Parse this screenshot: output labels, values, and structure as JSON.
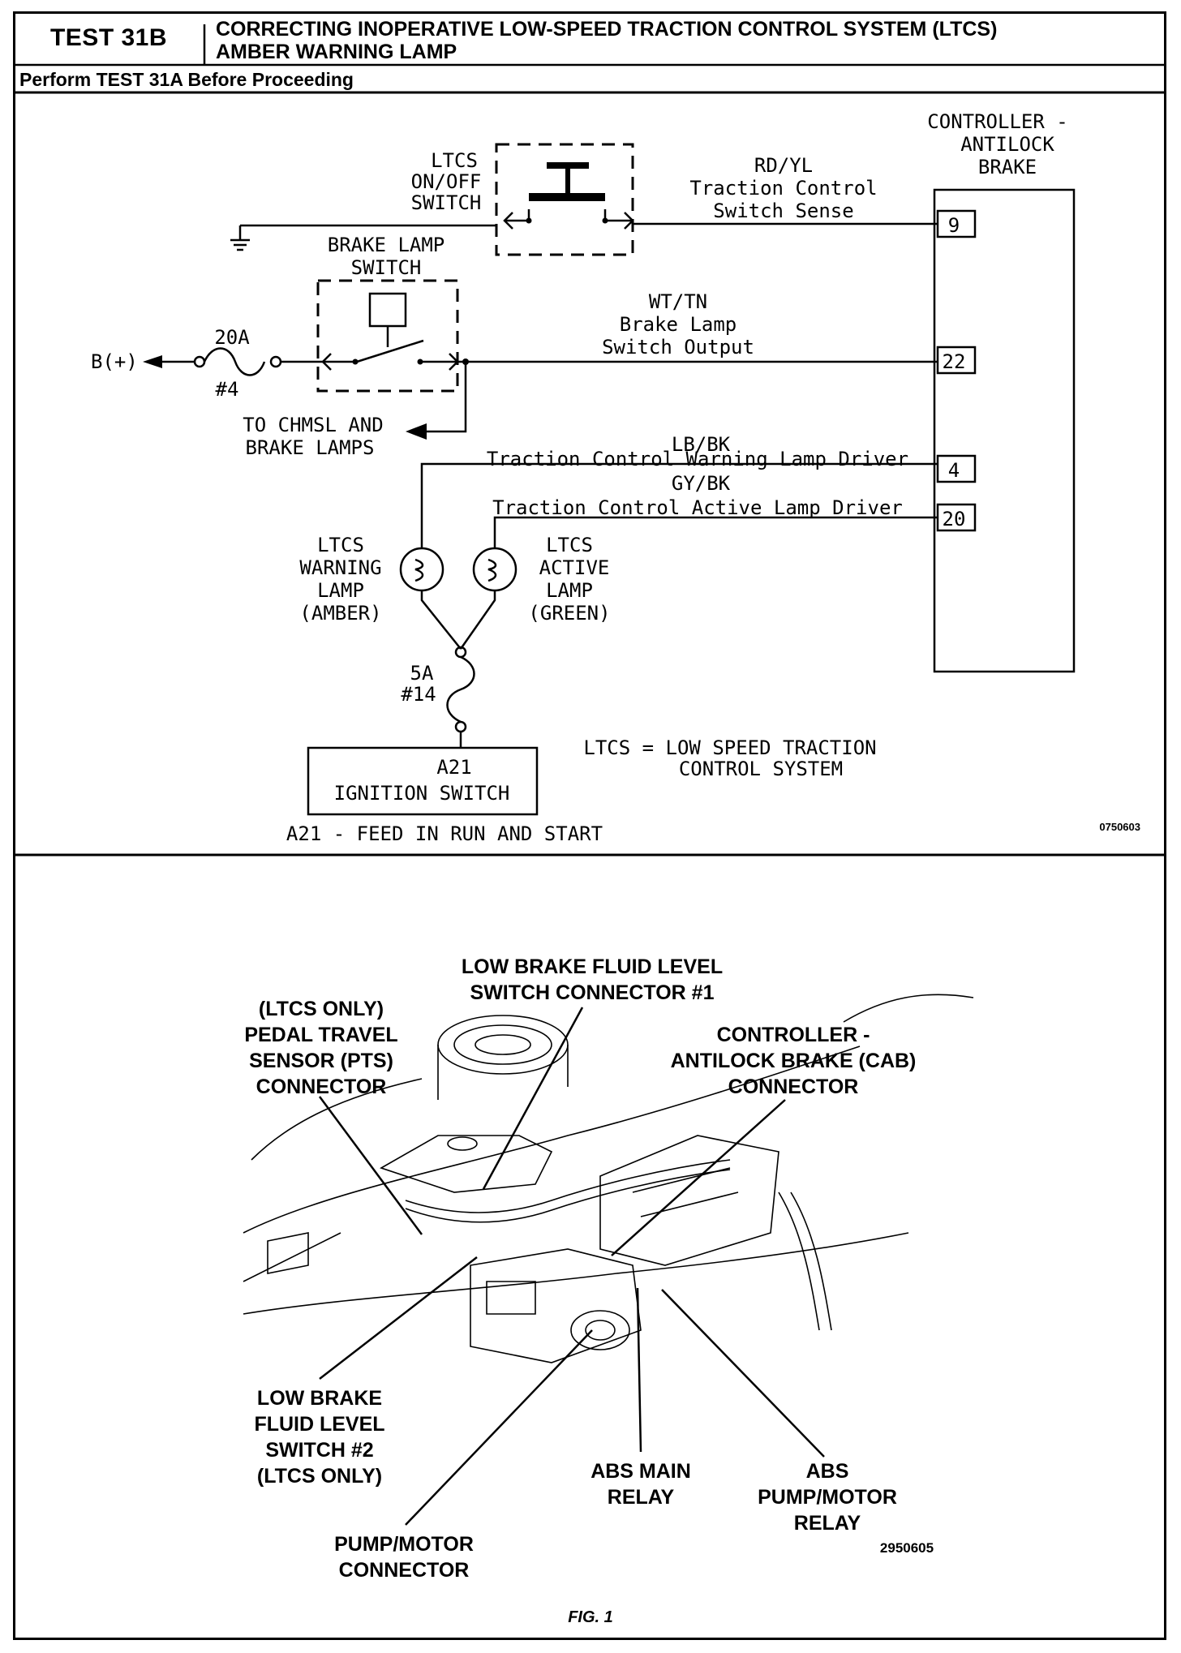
{
  "header": {
    "test_id": "TEST 31B",
    "title_line1": "CORRECTING INOPERATIVE LOW-SPEED TRACTION CONTROL SYSTEM (LTCS)",
    "title_line2": "AMBER WARNING LAMP",
    "prerequisite": "Perform TEST 31A Before Proceeding"
  },
  "schematic": {
    "controller": {
      "line1": "CONTROLLER -",
      "line2": "ANTILOCK",
      "line3": "BRAKE"
    },
    "pins": {
      "p9": "9",
      "p22": "22",
      "p4": "4",
      "p20": "20"
    },
    "ltcs_switch": {
      "line1": "LTCS",
      "line2": "ON/OFF",
      "line3": "SWITCH"
    },
    "wire_rdyl": {
      "color": "RD/YL",
      "line1": "Traction Control",
      "line2": "Switch Sense"
    },
    "brake_switch": {
      "line1": "BRAKE LAMP",
      "line2": "SWITCH"
    },
    "wire_wttn": {
      "color": "WT/TN",
      "line1": "Brake Lamp",
      "line2": "Switch Output"
    },
    "battery": "B(+)",
    "fuse_main": {
      "rating": "20A",
      "number": "#4"
    },
    "chmsl": {
      "line1": "TO CHMSL AND",
      "line2": "BRAKE LAMPS"
    },
    "wire_lbbk": {
      "color": "LB/BK",
      "name": "Traction Control Warning Lamp Driver"
    },
    "wire_gybk": {
      "color": "GY/BK",
      "name": "Traction Control Active Lamp Driver"
    },
    "warning_lamp": {
      "line1": "LTCS",
      "line2": "WARNING",
      "line3": "LAMP",
      "line4": "(AMBER)"
    },
    "active_lamp": {
      "line1": "LTCS",
      "line2": "ACTIVE",
      "line3": "LAMP",
      "line4": "(GREEN)"
    },
    "fuse_lamp": {
      "rating": "5A",
      "number": "#14"
    },
    "ignition": {
      "line1": "A21",
      "line2": "IGNITION SWITCH"
    },
    "ltcs_def": {
      "line1": "LTCS = LOW SPEED TRACTION",
      "line2": "CONTROL SYSTEM"
    },
    "a21_note": "A21 - FEED IN RUN AND START",
    "code": "0750603"
  },
  "figure": {
    "callouts": {
      "fluid1": {
        "line1": "LOW BRAKE FLUID LEVEL",
        "line2": "SWITCH CONNECTOR #1"
      },
      "pts": {
        "line1": "(LTCS ONLY)",
        "line2": "PEDAL TRAVEL",
        "line3": "SENSOR (PTS)",
        "line4": "CONNECTOR"
      },
      "cab": {
        "line1": "CONTROLLER -",
        "line2": "ANTILOCK BRAKE (CAB)",
        "line3": "CONNECTOR"
      },
      "fluid2": {
        "line1": "LOW BRAKE",
        "line2": "FLUID LEVEL",
        "line3": "SWITCH #2",
        "line4": "(LTCS ONLY)"
      },
      "main_relay": {
        "line1": "ABS MAIN",
        "line2": "RELAY"
      },
      "pump_relay": {
        "line1": "ABS",
        "line2": "PUMP/MOTOR",
        "line3": "RELAY"
      },
      "pump_conn": {
        "line1": "PUMP/MOTOR",
        "line2": "CONNECTOR"
      }
    },
    "code": "2950605",
    "caption": "FIG. 1"
  }
}
